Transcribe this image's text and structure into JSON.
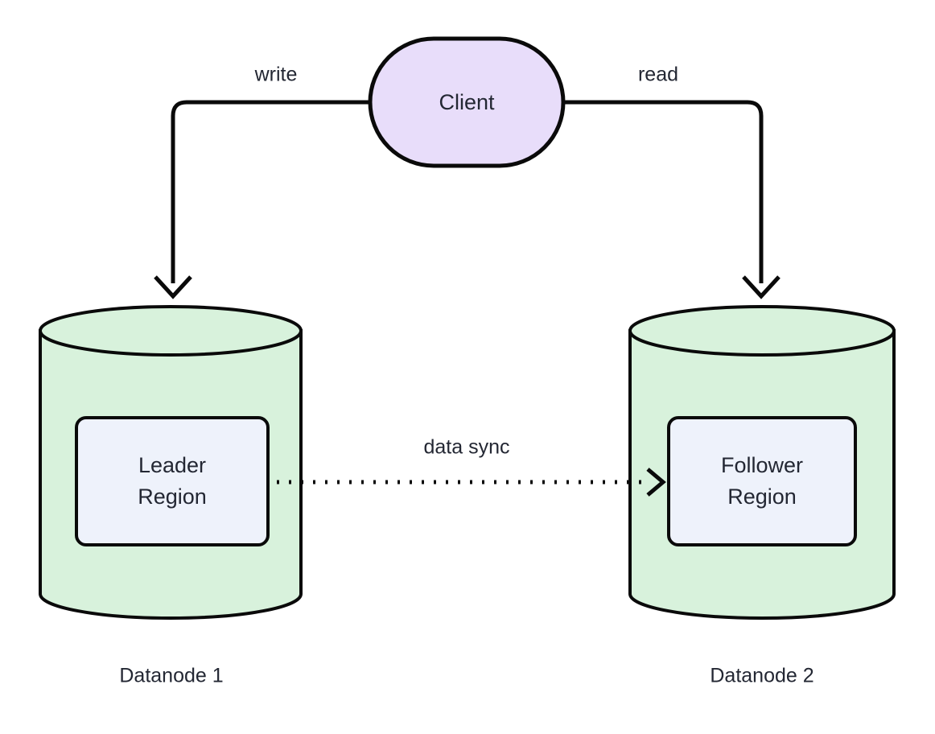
{
  "diagram": {
    "title": "Datanode leader/follower replication diagram",
    "background_color": "#ffffff",
    "stroke_color": "#0a0a0a",
    "text_color": "#232733",
    "nodes": {
      "client": {
        "label": "Client",
        "shape": "stadium",
        "fill": "#e8ddfa"
      },
      "datanode1": {
        "shape": "cylinder",
        "fill": "#d8f2dc",
        "caption": "Datanode 1",
        "inner": {
          "label_line1": "Leader",
          "label_line2": "Region",
          "fill": "#eef2fb",
          "shape": "rounded-rect"
        }
      },
      "datanode2": {
        "shape": "cylinder",
        "fill": "#d8f2dc",
        "caption": "Datanode 2",
        "inner": {
          "label_line1": "Follower",
          "label_line2": "Region",
          "fill": "#eef2fb",
          "shape": "rounded-rect"
        }
      }
    },
    "edges": {
      "write": {
        "label": "write",
        "style": "solid",
        "arrow": "open",
        "from": "client",
        "to": "datanode1"
      },
      "read": {
        "label": "read",
        "style": "solid",
        "arrow": "open",
        "from": "client",
        "to": "datanode2"
      },
      "data_sync": {
        "label": "data sync",
        "style": "dotted",
        "arrow": "open",
        "from": "leader-region",
        "to": "follower-region"
      }
    }
  }
}
